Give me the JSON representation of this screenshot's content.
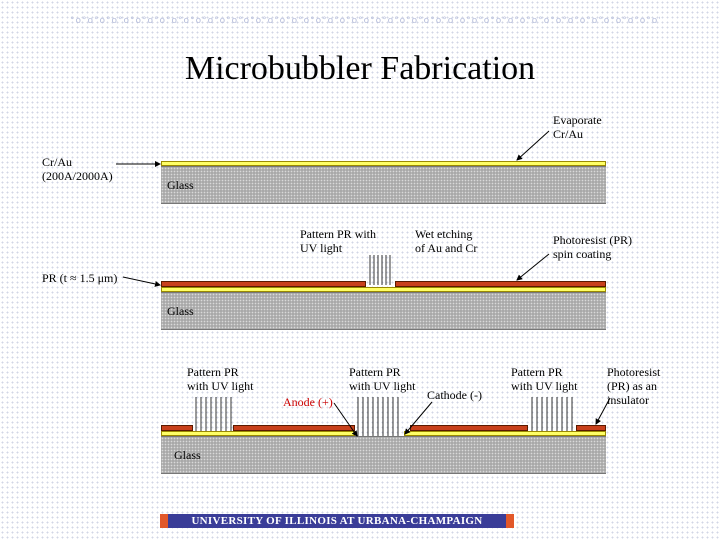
{
  "header_decoration": "°o°o°o°o°o°o°o°o°o°o°o°o°o°o°o°o°o°o°o°o°o°o°o°o°o°o°o°o°o°o°o°o°o°o°o°o°o°o°o°o°o°o°o°o°o°o°o°o°o°o°o°o°o°o°o°o",
  "title": "Microbubbler Fabrication",
  "step1": {
    "evaporate_l1": "Evaporate",
    "evaporate_l2": "Cr/Au",
    "layer_l1": "Cr/Au",
    "layer_l2": "(200A/2000A)",
    "glass": "Glass"
  },
  "step2": {
    "pattern_l1": "Pattern PR with",
    "pattern_l2": "UV light",
    "wet_l1": "Wet etching",
    "wet_l2": "of Au and Cr",
    "spin_l1": "Photoresist (PR)",
    "spin_l2": "spin coating",
    "pr_label": "PR  (t ≈ 1.5 μm)",
    "glass": "Glass"
  },
  "step3": {
    "pattern_l1": "Pattern PR",
    "pattern_l2": "with UV light",
    "anode": "Anode (+)",
    "cathode": "Cathode (-)",
    "insulator_l1": "Photoresist",
    "insulator_l2": "(PR) as an",
    "insulator_l3": "insulator",
    "glass": "Glass"
  },
  "colors": {
    "gold": "#ffff66",
    "photoresist": "#c8401c",
    "glass": "#a9a9a9",
    "anode_text": "#cc0000",
    "banner": "#3a3d98",
    "banner_accent": "#e2582a"
  },
  "footer": "UNIVERSITY OF ILLINOIS AT URBANA-CHAMPAIGN"
}
